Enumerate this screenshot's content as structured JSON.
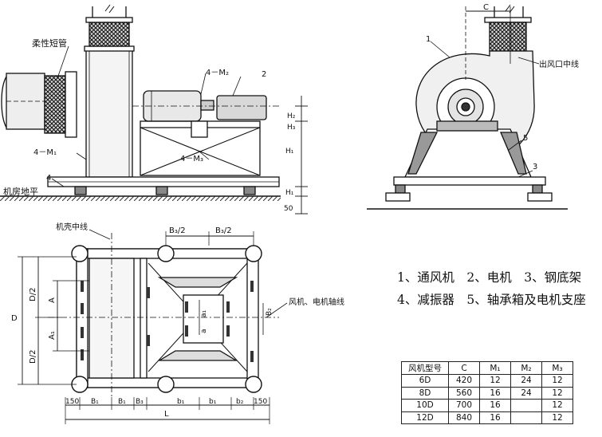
{
  "labels": {
    "flex_pipe": "柔性短管",
    "m2": "4－M₂",
    "motor_num": "2",
    "m1": "4－M₁",
    "m3": "4－M₃",
    "base_num": "4",
    "floor": "机房地平",
    "h2": "H₂",
    "h3": "H₃",
    "h1": "H₁",
    "h_lower": "H₁",
    "fifty": "50",
    "c": "C",
    "fan_num": "1",
    "outlet_center": "出风口中线",
    "bearing_num": "5",
    "frame_num": "3",
    "casing_center": "机壳中线",
    "b3_half_a": "B₃/2",
    "b3_half_b": "B₃/2",
    "d": "D",
    "d_half_top": "D/2",
    "d_half_bot": "D/2",
    "a_top": "A",
    "a_bot": "A₁",
    "a1": "a₁",
    "a2": "a",
    "b_right": "B₂",
    "shaft_line": "风机、电机轴线",
    "dim_150_left": "150",
    "dim_b1": "B₁",
    "dim_b1b": "B₁",
    "dim_b3": "B₃",
    "dim_b_a": "b₁",
    "dim_b_b": "b₁",
    "dim_b2": "b₂",
    "dim_150_right": "150",
    "dim_l": "L"
  },
  "legend": {
    "line1": "1、通风机　2、电机　3、钢底架",
    "line2": "4、减振器　5、轴承箱及电机支座"
  },
  "table": {
    "headers": [
      "风机型号",
      "C",
      "M₁",
      "M₂",
      "M₃"
    ],
    "rows": [
      [
        "6D",
        "420",
        "12",
        "24",
        "12"
      ],
      [
        "8D",
        "560",
        "16",
        "24",
        "12"
      ],
      [
        "10D",
        "700",
        "16",
        "",
        "12"
      ],
      [
        "12D",
        "840",
        "16",
        "",
        "12"
      ]
    ]
  }
}
